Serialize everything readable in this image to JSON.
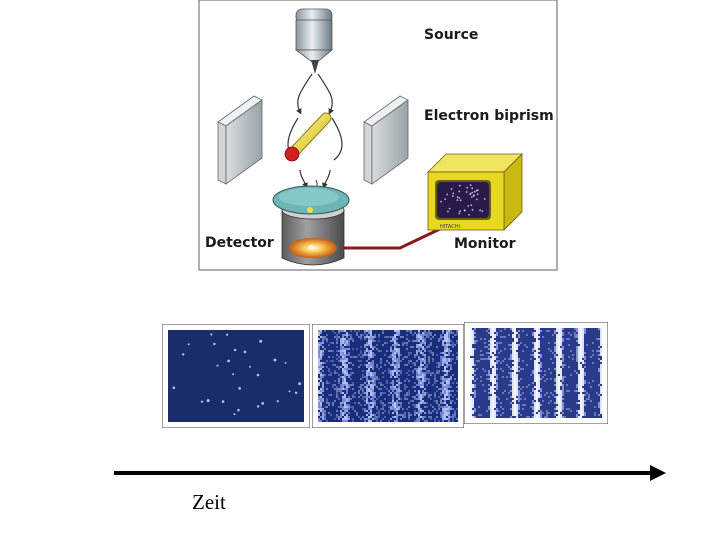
{
  "diagram": {
    "labels": {
      "source": "Source",
      "biprism": "Electron biprism",
      "detector": "Detector",
      "monitor": "Monitor",
      "monitor_brand": "HITACHI"
    },
    "colors": {
      "frame_border": "#7a7a7a",
      "gun": "#b8c4cc",
      "biprism_wire": "#f0e040",
      "biprism_ball": "#d02020",
      "detector_top": "#6fb5b5",
      "detector_body": "#7a7a7a",
      "detector_glow": "#f5a020",
      "cable": "#8a1a1a",
      "monitor_case": "#e8d820",
      "monitor_screen": "#2a1a4a"
    }
  },
  "interference": {
    "panels": [
      "few-electrons",
      "medium-exposure",
      "long-exposure"
    ],
    "colors": {
      "dark": "#1a2d7a",
      "light": "#e8ecff"
    }
  },
  "time_axis": {
    "label": "Zeit"
  }
}
